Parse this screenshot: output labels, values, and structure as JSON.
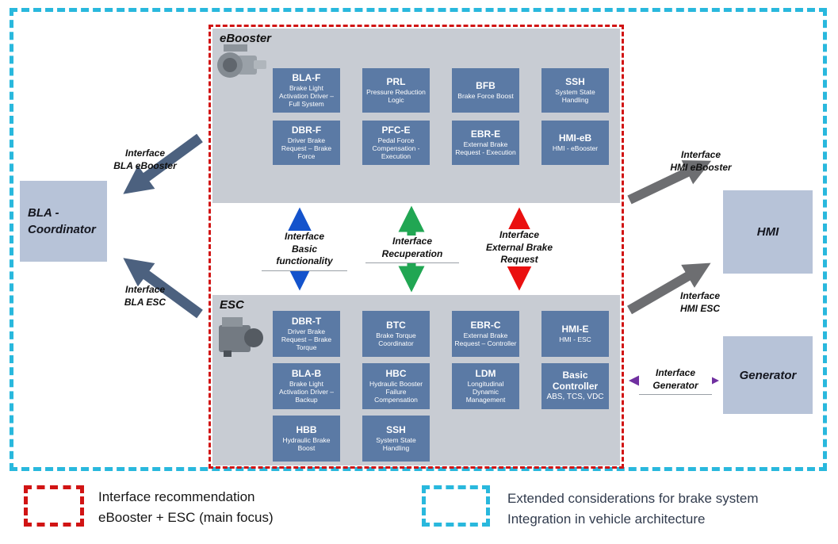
{
  "colors": {
    "focus_border_red": "#d11414",
    "extended_border_cyan": "#29b8dd",
    "module_block_blue": "#5b7aa5",
    "panel_gray": "#c8ccd3",
    "side_block_blue": "#b7c3d8",
    "arrow_blue": "#1453cc",
    "arrow_green": "#21a653",
    "arrow_red": "#ea1010",
    "arrow_purple": "#7030a0",
    "arrow_gray": "#6d6e71",
    "arrow_slate": "#4c617f"
  },
  "ebooster": {
    "label": "eBooster",
    "blocks": [
      {
        "title": "BLA-F",
        "desc": "Brake Light Activation Driver – Full System"
      },
      {
        "title": "PRL",
        "desc": "Pressure Reduction Logic"
      },
      {
        "title": "BFB",
        "desc": "Brake Force Boost"
      },
      {
        "title": "SSH",
        "desc": "System State Handling"
      },
      {
        "title": "DBR-F",
        "desc": "Driver Brake Request – Brake Force"
      },
      {
        "title": "PFC-E",
        "desc": "Pedal Force Compensation - Execution"
      },
      {
        "title": "EBR-E",
        "desc": "External Brake Request - Execution"
      },
      {
        "title": "HMI-eB",
        "desc": "HMI - eBooster"
      }
    ]
  },
  "esc": {
    "label": "ESC",
    "blocks": [
      {
        "title": "DBR-T",
        "desc": "Driver Brake Request – Brake Torque"
      },
      {
        "title": "BTC",
        "desc": "Brake Torque Coordinator"
      },
      {
        "title": "EBR-C",
        "desc": "External Brake Request – Controller"
      },
      {
        "title": "HMI-E",
        "desc": "HMI - ESC"
      },
      {
        "title": "BLA-B",
        "desc": "Brake Light Activation Driver – Backup"
      },
      {
        "title": "HBC",
        "desc": "Hydraulic Booster Failure Compensation"
      },
      {
        "title": "LDM",
        "desc": "Longitudinal Dynamic Management"
      },
      {
        "title": "Basic Controller",
        "desc": "ABS, TCS, VDC"
      },
      {
        "title": "HBB",
        "desc": "Hydraulic Brake Boost"
      },
      {
        "title": "SSH",
        "desc": "System State Handling"
      }
    ]
  },
  "nodes": {
    "bla": {
      "line1": "BLA -",
      "line2": "Coordinator"
    },
    "hmi": {
      "label": "HMI"
    },
    "generator": {
      "label": "Generator"
    }
  },
  "interfaces": {
    "bla_ebooster": {
      "line1": "Interface",
      "line2": "BLA eBooster"
    },
    "bla_esc": {
      "line1": "Interface",
      "line2": "BLA ESC"
    },
    "hmi_ebooster": {
      "line1": "Interface",
      "line2": "HMI eBooster"
    },
    "hmi_esc": {
      "line1": "Interface",
      "line2": "HMI ESC"
    },
    "basic": {
      "line1": "Interface",
      "line2": "Basic",
      "line3": "functionality"
    },
    "recuperation": {
      "line1": "Interface",
      "line2": "Recuperation"
    },
    "external_brake": {
      "line1": "Interface",
      "line2": "External Brake",
      "line3": "Request"
    },
    "generator": {
      "line1": "Interface",
      "line2": "Generator"
    }
  },
  "legend": {
    "focus": {
      "line1": "Interface recommendation",
      "line2": "eBooster + ESC (main focus)"
    },
    "extended": {
      "line1": "Extended considerations for brake system",
      "line2": "Integration in vehicle architecture"
    }
  }
}
